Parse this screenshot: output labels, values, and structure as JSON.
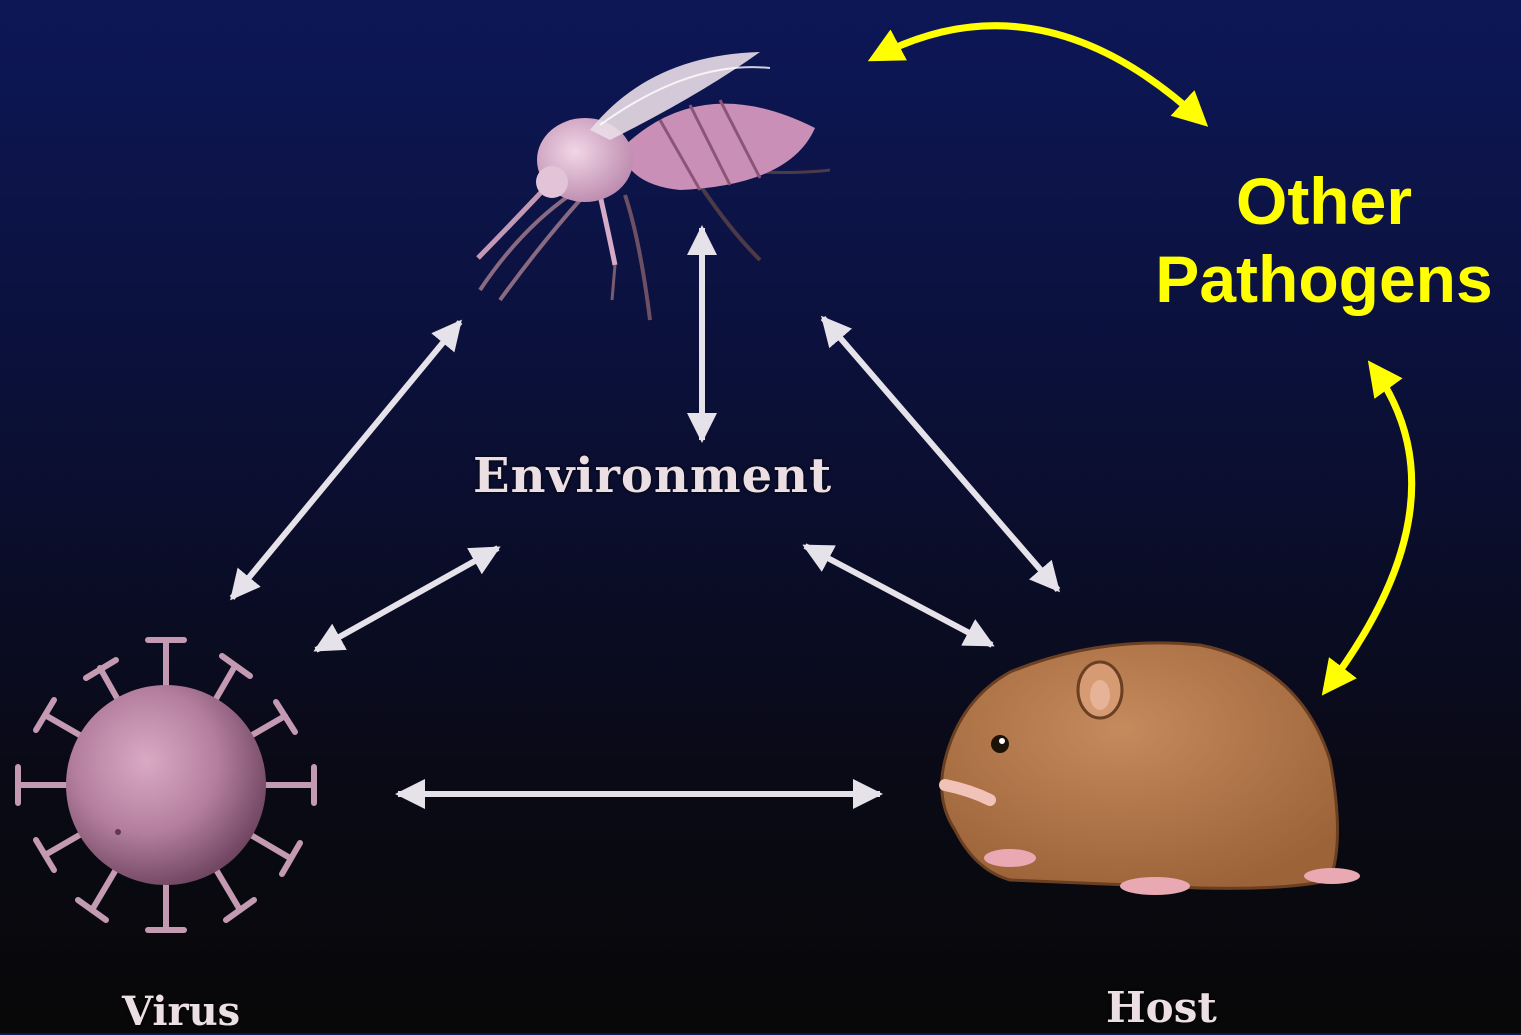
{
  "diagram": {
    "labels": {
      "environment": "Environment",
      "virus": "Virus",
      "host": "Host",
      "other_line1": "Other",
      "other_line2": "Pathogens"
    },
    "nodes": [
      {
        "id": "vector",
        "icon": "mosquito-icon"
      },
      {
        "id": "environment",
        "label_key": "environment"
      },
      {
        "id": "virus",
        "icon": "virus-icon"
      },
      {
        "id": "host",
        "icon": "rodent-icon"
      },
      {
        "id": "other",
        "label_key": "other_line1"
      }
    ],
    "edges": [
      {
        "from": "vector",
        "to": "virus",
        "style": "white-double"
      },
      {
        "from": "vector",
        "to": "environment",
        "style": "white-double"
      },
      {
        "from": "vector",
        "to": "host",
        "style": "white-double"
      },
      {
        "from": "environment",
        "to": "virus",
        "style": "white-double"
      },
      {
        "from": "environment",
        "to": "host",
        "style": "white-double"
      },
      {
        "from": "virus",
        "to": "host",
        "style": "white-double"
      },
      {
        "from": "vector",
        "to": "other",
        "style": "yellow-double-curved"
      },
      {
        "from": "other",
        "to": "host",
        "style": "yellow-double-curved"
      }
    ],
    "colors": {
      "arrow_white": "#e6e2ea",
      "arrow_yellow": "#ffff00",
      "label_text": "#ecdfe3",
      "highlight_text": "#ffff00",
      "virus_fill": "#b47f9f",
      "host_fill": "#b87a4e",
      "mosquito_fill": "#d7aac8"
    }
  }
}
